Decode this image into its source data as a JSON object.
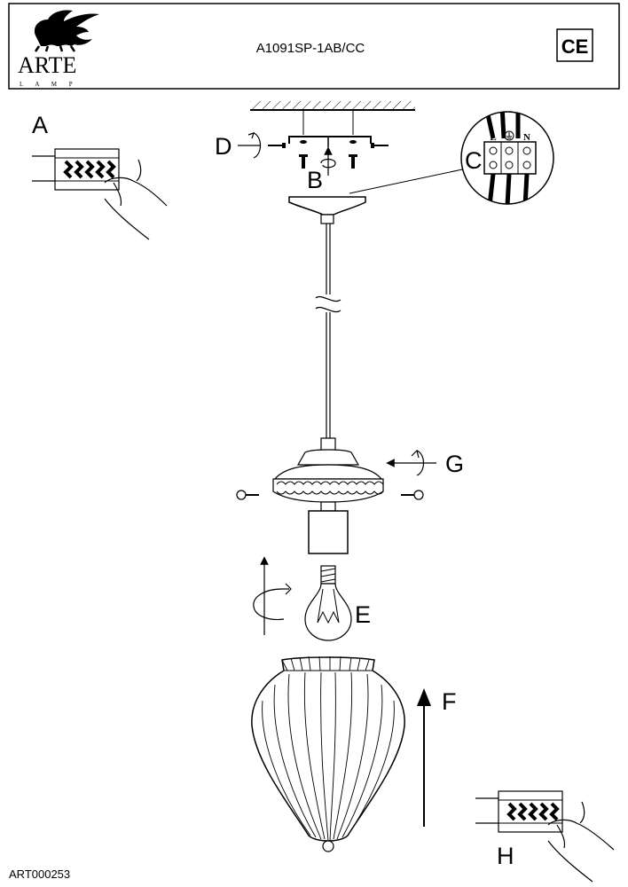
{
  "header": {
    "brand_name": "ARTE",
    "brand_sub": "L A M P",
    "model": "A1091SP-1AB/CC",
    "cert_mark": "CE"
  },
  "labels": {
    "a": "A",
    "b": "B",
    "c": "C",
    "d": "D",
    "e": "E",
    "f": "F",
    "g": "G",
    "h": "H"
  },
  "terminal_marks": {
    "live": "L",
    "neutral": "N"
  },
  "footer": {
    "code": "ART000253"
  }
}
